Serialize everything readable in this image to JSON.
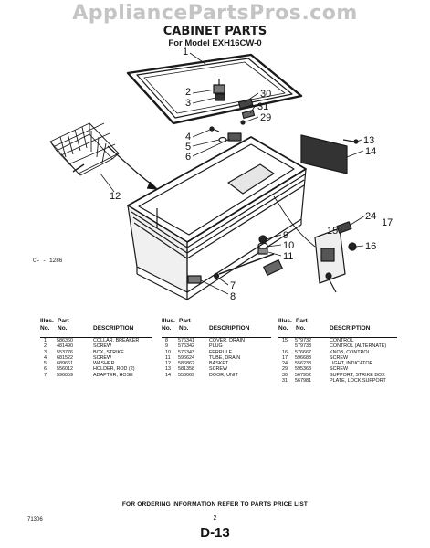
{
  "watermark": "AppliancePartsPros.com",
  "title": "CABINET PARTS",
  "subtitle": "For Model EXH16CW-0",
  "diagram_code": "CF - 1286",
  "callouts": {
    "c1": "1",
    "c2": "2",
    "c3": "3",
    "c4": "4",
    "c5": "5",
    "c6": "6",
    "c7": "7",
    "c8": "8",
    "c9": "9",
    "c10": "10",
    "c11": "11",
    "c12": "12",
    "c13": "13",
    "c14": "14",
    "c15": "15",
    "c16": "16",
    "c17": "17",
    "c24": "24",
    "c29": "29",
    "c30": "30",
    "c31": "31"
  },
  "table_headers": {
    "illus": "Illus.",
    "part": "Part",
    "no1": "No.",
    "no2": "No.",
    "description": "DESCRIPTION"
  },
  "columns": [
    [
      {
        "illus": "1",
        "part": "586360",
        "desc": "COLLAR, BREAKER"
      },
      {
        "illus": "2",
        "part": "481490",
        "desc": "SCREW"
      },
      {
        "illus": "3",
        "part": "553776",
        "desc": "BOX, STRIKE"
      },
      {
        "illus": "4",
        "part": "681522",
        "desc": "SCREW"
      },
      {
        "illus": "5",
        "part": "689661",
        "desc": "WASHER"
      },
      {
        "illus": "6",
        "part": "556012",
        "desc": "HOLDER, ROD (2)"
      },
      {
        "illus": "7",
        "part": "596059",
        "desc": "ADAPTER, HOSE"
      }
    ],
    [
      {
        "illus": "8",
        "part": "576341",
        "desc": "COVER, DRAIN"
      },
      {
        "illus": "9",
        "part": "576342",
        "desc": "PLUG"
      },
      {
        "illus": "10",
        "part": "576343",
        "desc": "FERRULE"
      },
      {
        "illus": "11",
        "part": "596624",
        "desc": "TUBE, DRAIN"
      },
      {
        "illus": "12",
        "part": "586862",
        "desc": "BASKET"
      },
      {
        "illus": "13",
        "part": "581358",
        "desc": "SCREW"
      },
      {
        "illus": "14",
        "part": "556069",
        "desc": "DOOR, UNIT"
      }
    ],
    [
      {
        "illus": "15",
        "part": "579732",
        "desc": "CONTROL"
      },
      {
        "illus": "",
        "part": "579733",
        "desc": "CONTROL (ALTERNATE)"
      },
      {
        "illus": "16",
        "part": "576667",
        "desc": "KNOB, CONTROL"
      },
      {
        "illus": "17",
        "part": "596683",
        "desc": "SCREW"
      },
      {
        "illus": "24",
        "part": "556233",
        "desc": "LIGHT, INDICATOR"
      },
      {
        "illus": "29",
        "part": "595363",
        "desc": "SCREW"
      },
      {
        "illus": "30",
        "part": "567952",
        "desc": "SUPPORT, STRIKE BOX"
      },
      {
        "illus": "31",
        "part": "567981",
        "desc": "PLATE, LOCK SUPPORT"
      }
    ]
  ],
  "footer_note": "FOR ORDERING INFORMATION REFER TO PARTS PRICE LIST",
  "doc_code": "71306",
  "page_number": "2",
  "section_code": "D-13"
}
